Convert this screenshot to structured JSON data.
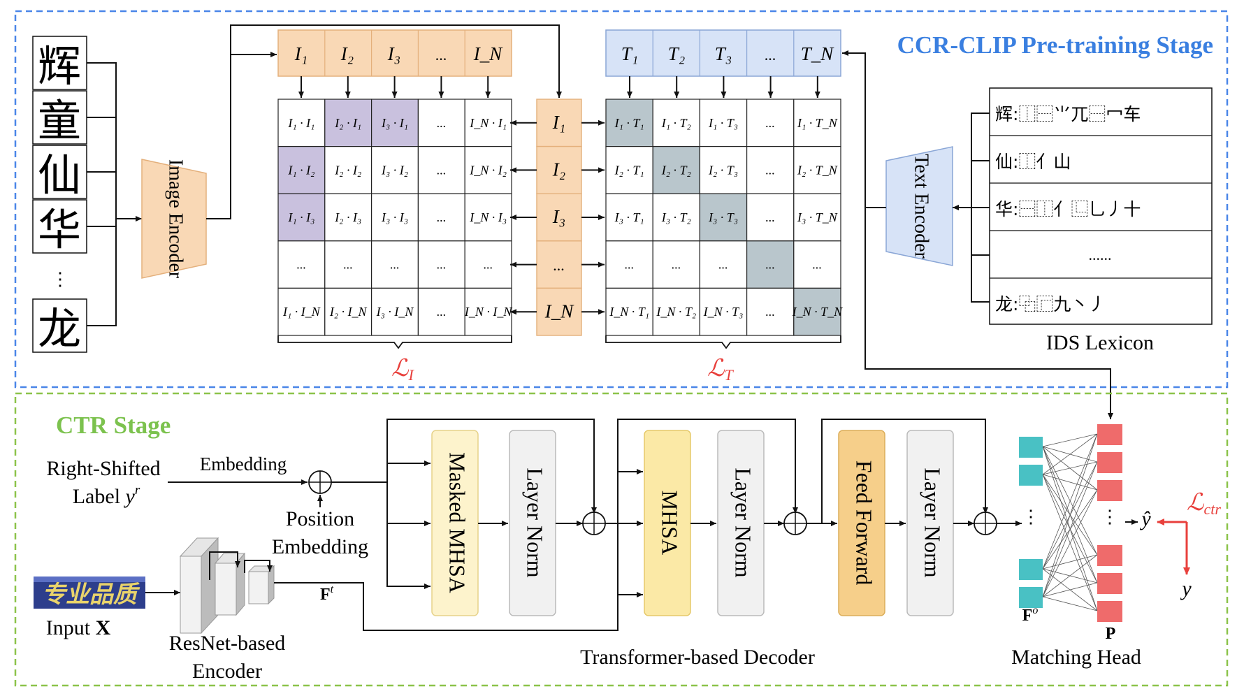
{
  "colors": {
    "stage1_border": "#4a86e8",
    "stage1_title": "#3a7fe0",
    "stage2_border": "#8cc34a",
    "stage2_title": "#7cc24e",
    "image_feature_fill": "#f9d8b5",
    "text_feature_fill": "#d7e3f7",
    "image_diag_fill": "#c9c1de",
    "text_diag_fill": "#b9c6cc",
    "masked_mhsa_fill": "#fdf3cc",
    "mhsa_fill": "#fbe9a6",
    "feed_forward_fill": "#f6cf8a",
    "layer_norm_fill": "#f1f1f1",
    "teal": "#49c1c4",
    "red": "#ef6b6b",
    "loss_red": "#e8403c"
  },
  "stage1": {
    "title": "CCR-CLIP Pre-training Stage",
    "chars": [
      "辉",
      "童",
      "仙",
      "华",
      "⋮",
      "龙"
    ],
    "image_encoder_label": "Image Encoder",
    "text_encoder_label": "Text Encoder",
    "image_features": [
      "I₁",
      "I₂",
      "I₃",
      "...",
      "I_N"
    ],
    "text_features": [
      "T₁",
      "T₂",
      "T₃",
      "...",
      "T_N"
    ],
    "left_matrix": [
      [
        "I₁ · I₁",
        "I₂ · I₁",
        "I₃ · I₁",
        "...",
        "I_N · I₁"
      ],
      [
        "I₁ · I₂",
        "I₂ · I₂",
        "I₃ · I₂",
        "...",
        "I_N · I₂"
      ],
      [
        "I₁ · I₃",
        "I₂ · I₃",
        "I₃ · I₃",
        "...",
        "I_N · I₃"
      ],
      [
        "...",
        "...",
        "...",
        "...",
        "..."
      ],
      [
        "I₁ · I_N",
        "I₂ · I_N",
        "I₃ · I_N",
        "...",
        "I_N · I_N"
      ]
    ],
    "right_matrix": [
      [
        "I₁ · T₁",
        "I₁ · T₂",
        "I₁ · T₃",
        "...",
        "I₁ · T_N"
      ],
      [
        "I₂ · T₁",
        "I₂ · T₂",
        "I₂ · T₃",
        "...",
        "I₂ · T_N"
      ],
      [
        "I₃ · T₁",
        "I₃ · T₂",
        "I₃ · T₃",
        "...",
        "I₃ · T_N"
      ],
      [
        "...",
        "...",
        "...",
        "...",
        "..."
      ],
      [
        "I_N · T₁",
        "I_N · T₂",
        "I_N · T₃",
        "...",
        "I_N · T_N"
      ]
    ],
    "center_column": [
      "I₁",
      "I₂",
      "I₃",
      "...",
      "I_N"
    ],
    "loss_i": "ℒ_I",
    "loss_t": "ℒ_T",
    "ids_rows": [
      "辉:⿰⿱⺌兀⿱冖车",
      "仙:⿰亻山",
      "华:⿱⿰亻⿺乚丿十",
      "......",
      "龙:⿻⿸九丶丿"
    ],
    "ids_label": "IDS Lexicon"
  },
  "stage2": {
    "title": "CTR Stage",
    "right_shifted_line1": "Right-Shifted",
    "right_shifted_line2": "Label y^r",
    "embedding": "Embedding",
    "position_line1": "Position",
    "position_line2": "Embedding",
    "input_image_text": "专业品质",
    "input_label": "Input  X",
    "resnet_line1": "ResNet-based",
    "resnet_line2": "Encoder",
    "ft_label": "F^t",
    "masked_mhsa": "Masked MHSA",
    "layer_norm": "Layer Norm",
    "mhsa": "MHSA",
    "feed_forward": "Feed Forward",
    "decoder_label": "Transformer-based Decoder",
    "fo_label": "F^o",
    "p_label": "P",
    "matching_label": "Matching Head",
    "yhat": "ŷ",
    "y": "y",
    "loss_ctr": "ℒ_ctr"
  }
}
